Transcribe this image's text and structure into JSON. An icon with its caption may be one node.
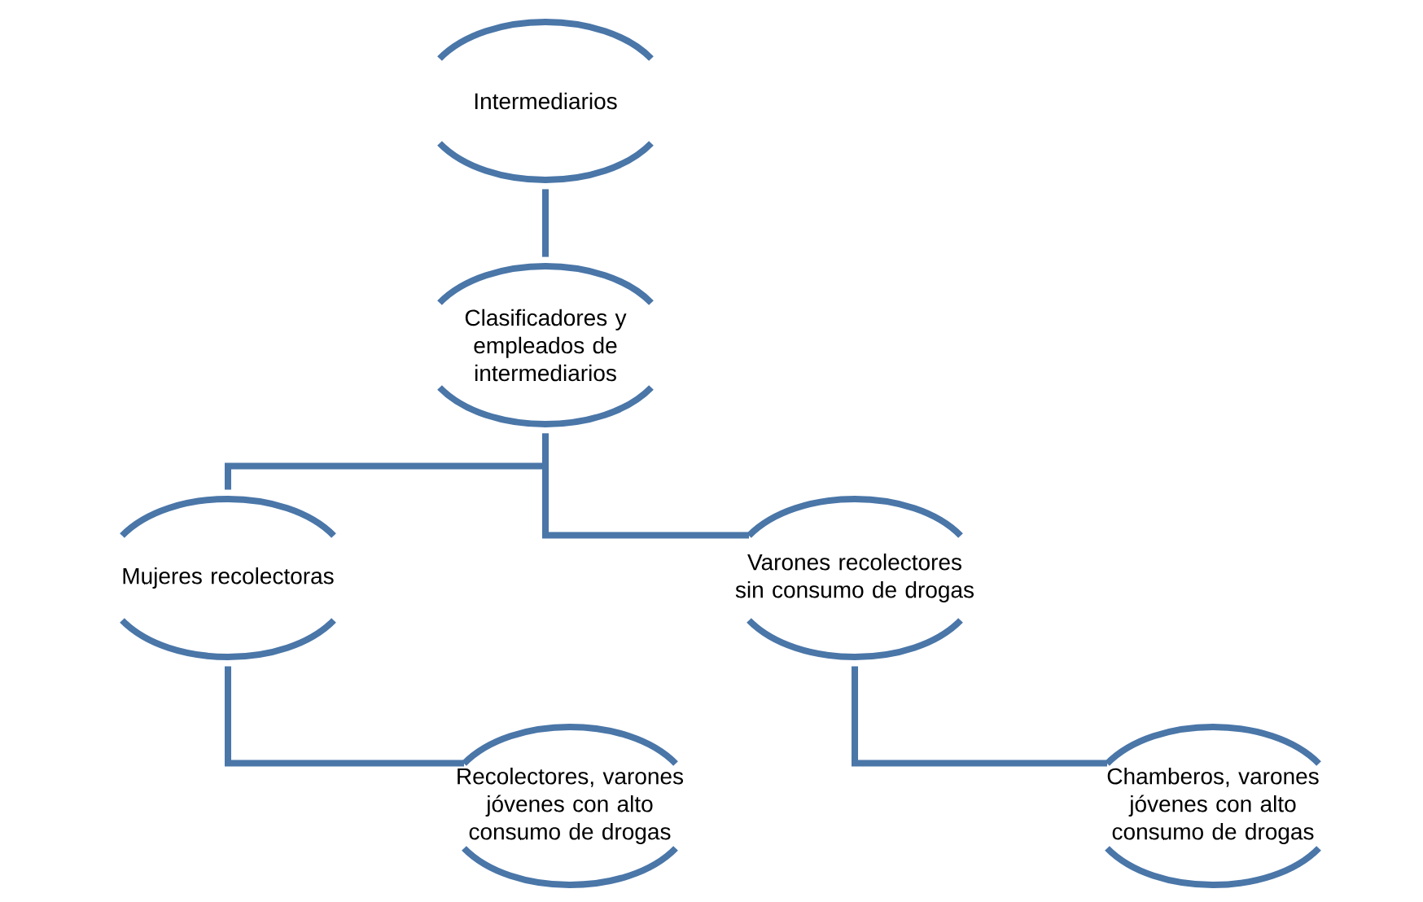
{
  "diagram": {
    "nodes": [
      {
        "text": [
          "Intermediarios"
        ]
      },
      {
        "text": [
          "Clasificadores y empleados de intermediarios"
        ]
      },
      {
        "text": [
          "Mujeres recolectoras"
        ]
      },
      {
        "text": [
          "Varones recolectores sin consumo de drogas"
        ]
      },
      {
        "text": [
          "Recolectores, varones jóvenes con alto consumo de drogas"
        ]
      },
      {
        "text": [
          "Chamberos, varones jóvenes con alto consumo de drogas"
        ]
      }
    ],
    "edges": [
      {
        "from": 0,
        "to": 1,
        "arrow": "none"
      },
      {
        "from": 1,
        "to": 2,
        "arrow": "none"
      },
      {
        "from": 1,
        "to": 3,
        "arrow": "none"
      },
      {
        "from": 2,
        "to": 4,
        "arrow": "none"
      },
      {
        "from": 3,
        "to": 5,
        "arrow": "none"
      }
    ]
  }
}
